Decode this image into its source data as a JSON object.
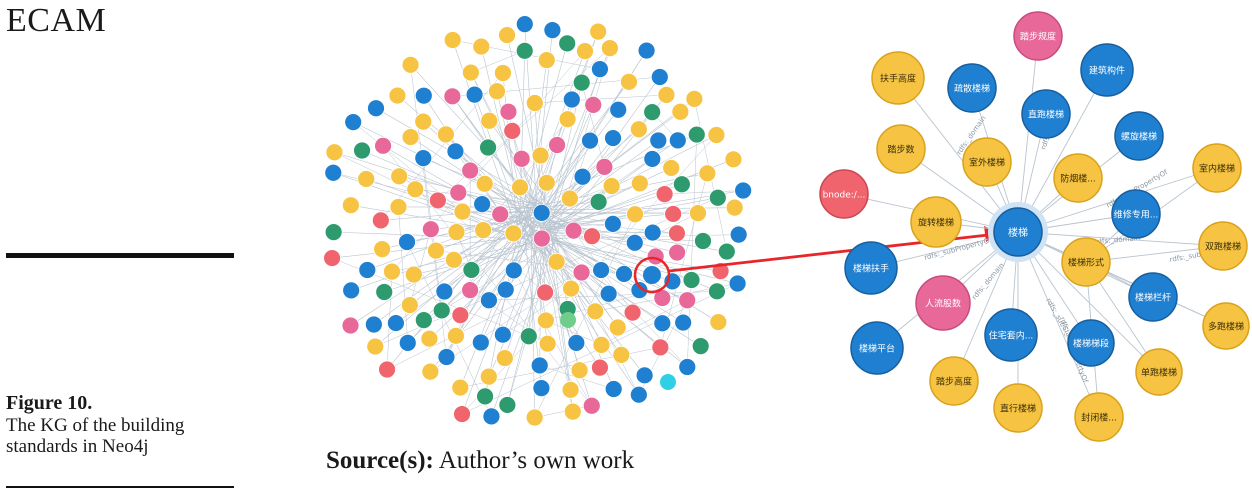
{
  "header": {
    "journal": "ECAM"
  },
  "caption": {
    "label": "Figure 10.",
    "text_line1": "The KG of the building",
    "text_line2": "standards in Neo4j"
  },
  "source": {
    "label": "Source(s):",
    "text": "Author’s own work"
  },
  "colors": {
    "yellow": "#f6c342",
    "blue": "#1f7fd0",
    "pink": "#e8689a",
    "red": "#f0646e",
    "green": "#2e9b6e",
    "lightgreen": "#6fcf8a",
    "cyan": "#2fd0e6",
    "highlight": "#e8262a",
    "edge": "#b9c4cf"
  },
  "subgraph": {
    "center": {
      "label": "楼梯",
      "color": "blue"
    },
    "nodes": [
      {
        "label": "踏步规度",
        "color": "pink"
      },
      {
        "label": "扶手高度",
        "color": "yellow"
      },
      {
        "label": "疏散楼梯",
        "color": "blue"
      },
      {
        "label": "建筑构件",
        "color": "blue"
      },
      {
        "label": "直跑楼梯",
        "color": "blue"
      },
      {
        "label": "螺旋楼梯",
        "color": "blue"
      },
      {
        "label": "踏步数",
        "color": "yellow"
      },
      {
        "label": "室外楼梯",
        "color": "yellow"
      },
      {
        "label": "防烟楼...",
        "color": "yellow"
      },
      {
        "label": "室内楼梯",
        "color": "yellow"
      },
      {
        "label": "bnode:/...",
        "color": "red"
      },
      {
        "label": "旋转楼梯",
        "color": "yellow"
      },
      {
        "label": "维修专用...",
        "color": "blue"
      },
      {
        "label": "双跑楼梯",
        "color": "yellow"
      },
      {
        "label": "楼梯形式",
        "color": "yellow"
      },
      {
        "label": "楼梯扶手",
        "color": "blue"
      },
      {
        "label": "人流股数",
        "color": "pink"
      },
      {
        "label": "楼梯栏杆",
        "color": "blue"
      },
      {
        "label": "多跑楼梯",
        "color": "yellow"
      },
      {
        "label": "住宅套内...",
        "color": "blue"
      },
      {
        "label": "楼梯梯段",
        "color": "blue"
      },
      {
        "label": "楼梯平台",
        "color": "blue"
      },
      {
        "label": "踏步高度",
        "color": "yellow"
      },
      {
        "label": "单跑楼梯",
        "color": "yellow"
      },
      {
        "label": "直行楼梯",
        "color": "yellow"
      },
      {
        "label": "封闭楼...",
        "color": "yellow"
      }
    ],
    "edge_labels": [
      "rdfs:_domain",
      "rdfs:_subClassOf",
      "rdfs:_subPropertyOf"
    ]
  }
}
